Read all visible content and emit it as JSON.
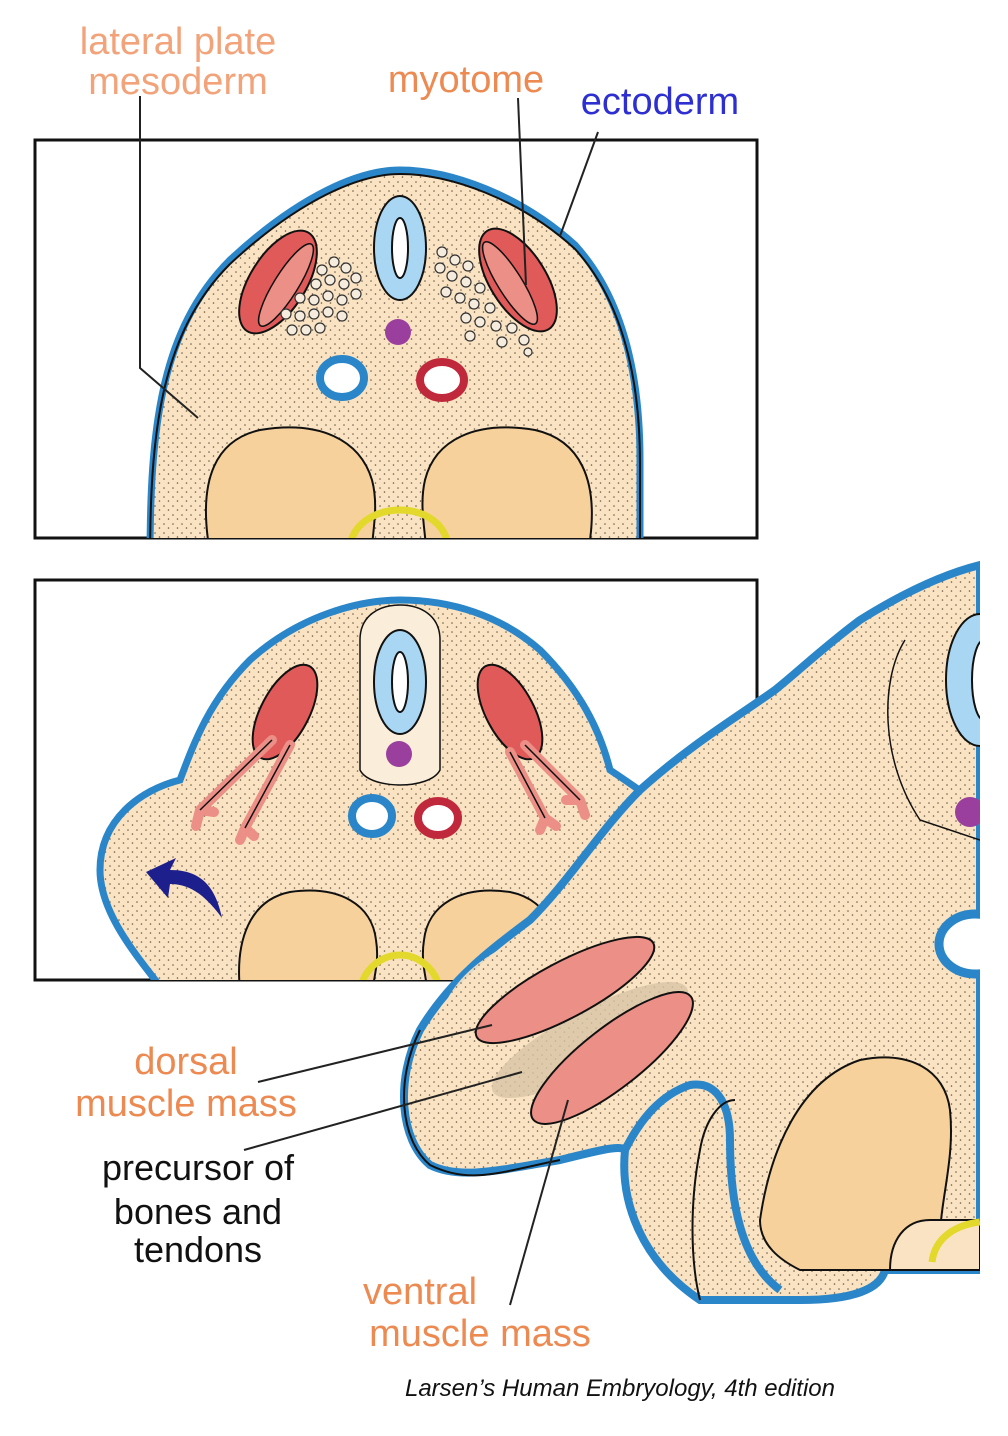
{
  "labels": {
    "lateral_plate_1": "lateral plate",
    "lateral_plate_2": "mesoderm",
    "myotome": "myotome",
    "ectoderm": "ectoderm",
    "dorsal_1": "dorsal",
    "dorsal_2": "muscle mass",
    "precursor_1": "precursor of",
    "precursor_2": "bones and",
    "precursor_3": "tendons",
    "ventral_1": "ventral",
    "ventral_2": "muscle mass"
  },
  "credit": "Larsen’s Human Embryology, 4th edition",
  "colors": {
    "label_orange": "#ec8a52",
    "label_peach": "#f2a37a",
    "label_blue": "#2d2fd0",
    "ectoderm_blue": "#2a86c8",
    "neural_tube_blue": "#a9d6f2",
    "myotome_red": "#e05a5a",
    "muscle_pink": "#ec8f86",
    "mesoderm_cream": "#fae3c2",
    "somite_cream": "#f7d19c",
    "notochord_purple": "#9b3f9e",
    "aorta_red": "#c0283c",
    "cardinal_blue": "#2a86c8",
    "gut_yellow": "#e3d82c",
    "arrow_navy": "#1d1f8c"
  }
}
